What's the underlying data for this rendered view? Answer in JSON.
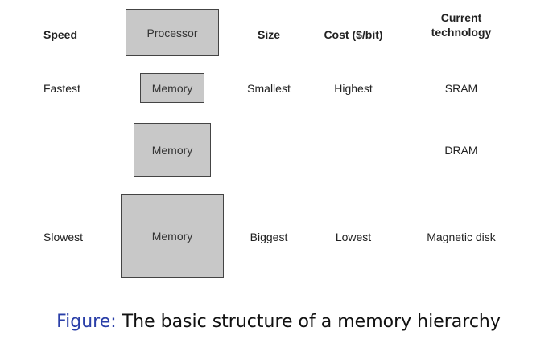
{
  "headers": {
    "speed": "Speed",
    "size": "Size",
    "cost": "Cost ($/bit)",
    "technology_line1": "Current",
    "technology_line2": "technology"
  },
  "processor": {
    "label": "Processor"
  },
  "levels": [
    {
      "speed": "Fastest",
      "box_label": "Memory",
      "size": "Smallest",
      "cost": "Highest",
      "technology": "SRAM"
    },
    {
      "speed": "",
      "box_label": "Memory",
      "size": "",
      "cost": "",
      "technology": "DRAM"
    },
    {
      "speed": "Slowest",
      "box_label": "Memory",
      "size": "Biggest",
      "cost": "Lowest",
      "technology": "Magnetic disk"
    }
  ],
  "caption": {
    "label": "Figure:",
    "text": "The basic structure of a memory hierarchy"
  },
  "colors": {
    "box_fill": "#c8c8c8",
    "box_border": "#444444",
    "caption_label": "#2a3fa8"
  }
}
